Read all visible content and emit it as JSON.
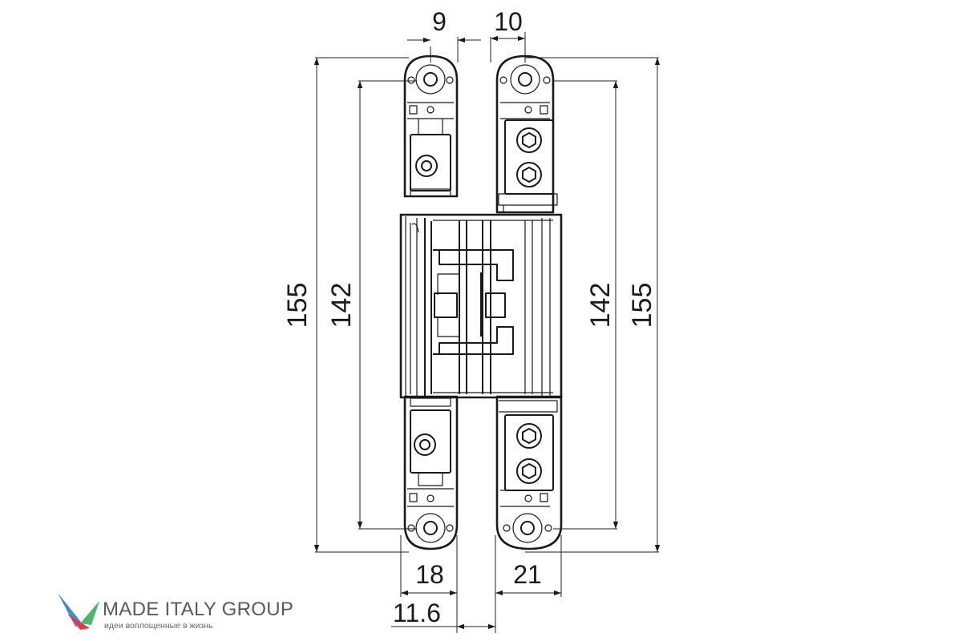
{
  "dimensions": {
    "top_left": "9",
    "top_right": "10",
    "left_outer": "155",
    "left_inner": "142",
    "right_inner": "142",
    "right_outer": "155",
    "bottom_left": "18",
    "bottom_right": "21",
    "bottom_offset": "11.6"
  },
  "brand": {
    "name": "MADE ITALY GROUP",
    "tagline": "идеи воплощенные в жизнь",
    "logo_colors": [
      "#3d8fd1",
      "#e8364a",
      "#49b86a"
    ]
  }
}
